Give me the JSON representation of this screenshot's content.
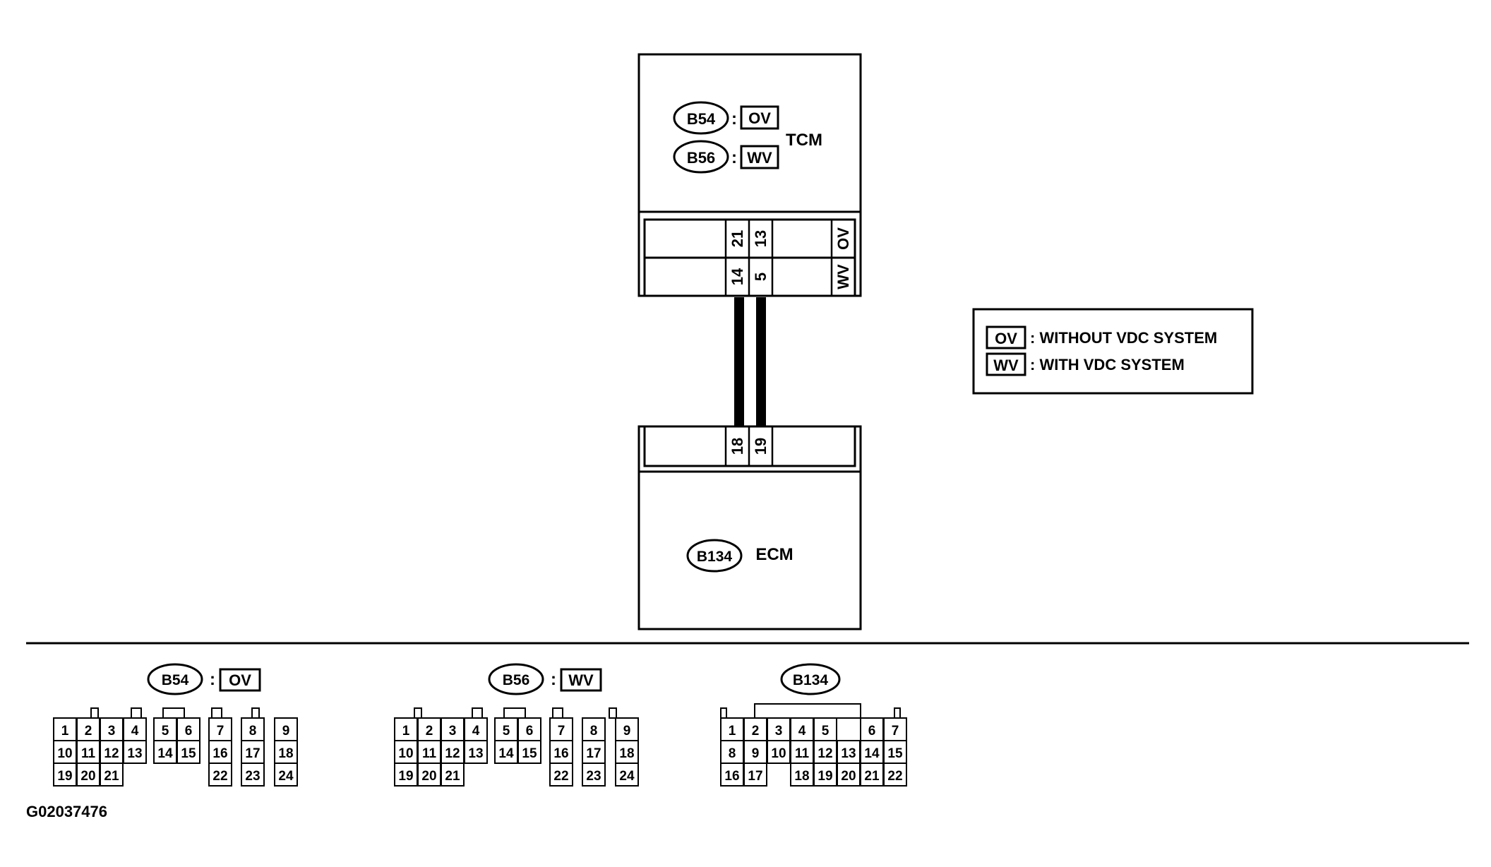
{
  "tcm": {
    "label": "TCM",
    "connectors": [
      {
        "id": "B54",
        "tag": "OV"
      },
      {
        "id": "B56",
        "tag": "WV"
      }
    ],
    "pins_row_ov": [
      "21",
      "13"
    ],
    "pins_row_wv": [
      "14",
      "5"
    ],
    "row_tag_ov": "OV",
    "row_tag_wv": "WV"
  },
  "ecm": {
    "label": "ECM",
    "connector": "B134",
    "pins": [
      "18",
      "19"
    ]
  },
  "legend": {
    "items": [
      {
        "tag": "OV",
        "text": ": WITHOUT VDC SYSTEM"
      },
      {
        "tag": "WV",
        "text": ": WITH VDC SYSTEM"
      }
    ]
  },
  "connector_views": [
    {
      "id": "B54",
      "tag": "OV",
      "rows": [
        [
          "1",
          "2",
          "3",
          "4",
          "5",
          "6",
          "7",
          "8",
          "9"
        ],
        [
          "10",
          "11",
          "12",
          "13",
          "14",
          "15",
          "16",
          "17",
          "18"
        ],
        [
          "19",
          "20",
          "21",
          "22",
          "23",
          "24"
        ]
      ]
    },
    {
      "id": "B56",
      "tag": "WV",
      "rows": [
        [
          "1",
          "2",
          "3",
          "4",
          "5",
          "6",
          "7",
          "8",
          "9"
        ],
        [
          "10",
          "11",
          "12",
          "13",
          "14",
          "15",
          "16",
          "17",
          "18"
        ],
        [
          "19",
          "20",
          "21",
          "22",
          "23",
          "24"
        ]
      ]
    },
    {
      "id": "B134",
      "tag": "",
      "rows": [
        [
          "1",
          "2",
          "3",
          "4",
          "5",
          "6",
          "7"
        ],
        [
          "8",
          "9",
          "10",
          "11",
          "12",
          "13",
          "14",
          "15"
        ],
        [
          "16",
          "17",
          "18",
          "19",
          "20",
          "21",
          "22"
        ]
      ]
    }
  ],
  "figure_code": "G02037476",
  "colors": {
    "ink": "#000000",
    "paper": "#ffffff"
  }
}
